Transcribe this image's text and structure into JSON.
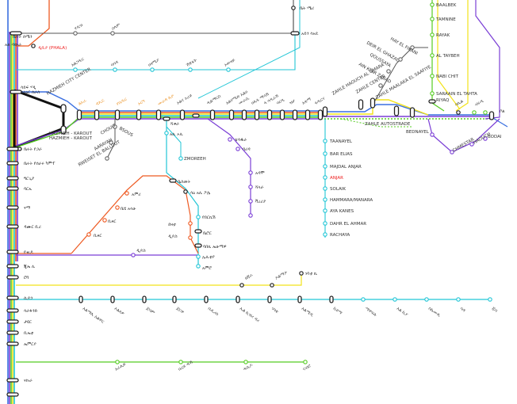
{
  "colors": {
    "blue": "#3a6fe0",
    "purple": "#7b3fd6",
    "green": "#55cc22",
    "yellow": "#f2e21a",
    "cyan": "#22c6d6",
    "orange": "#ee5a22",
    "red": "#ee2222",
    "gray": "#555555",
    "black": "#111111"
  },
  "labels": {
    "top_left_a": "ቤሩት ሰሜን",
    "top_left_b": "አል ዳውራ",
    "red_station_top": "ዲቢያ (PHALA)",
    "blue_top_row": [
      "አልጋዲር",
      "ባባዳ",
      "ሀዛሚያ",
      "ሽዌፋት",
      "ኦውዛይ"
    ],
    "gray_top_row": [
      "ሃዲዝ",
      "ሰላም"
    ],
    "right_top_a": "ቤት ሜሪ",
    "right_top_b": "አይን ሳአዴ",
    "hub_label_a": "ሳይፍ ሃዲ",
    "hub_label_b": "ስላዕር ሰራስ",
    "hazmieh_city": "HAZMIEH CITY CENTER",
    "hazmieh_karout": "HAZMIEH - KAROUT",
    "orange_labels": [
      "ለኦራ",
      "ቲኢር",
      "የቤዲር",
      "ኦርግ",
      "ሙራዳ ሊዮ"
    ],
    "main_corridor": [
      "ኦልና ኦራዩ",
      "ዲልማርስ",
      "አልሃሚድ አልሀ",
      "ሙራሲ",
      "ሀሊፋ ማሳሽ",
      "ላ ሳዲራሽ",
      "ባርዲ",
      "ዝሆ",
      "አቲማ",
      "ፋዲርና"
    ],
    "chouit": "CHOUIT",
    "aarayah": "AARAYAH",
    "ruheifet": "RWEISET EL BALLOUT",
    "bsous": "BSOUS",
    "chtaura": "ሻቱራ",
    "zahle_labels": [
      "ZAHLE HAOUCH AL OMARA",
      "ZAHLE CENTER",
      "ZAHLE MAALAKA EL SAAFIYE",
      "ZAHLE AUTOSTRADE"
    ],
    "riyaq_label": "RIYAQ",
    "right_green_labels": [
      "BAALBEK",
      "TAMNINE",
      "RAYAK",
      "AL TAYBEH",
      "NABI CHIT",
      "SARAAIN EL TAHTA"
    ],
    "dier_labels": [
      "DEIR EL GHAZAL",
      "QOUSSAYA",
      "AIN KFAR ZABAD",
      "HAY EL FIKANI"
    ],
    "far_right": [
      "ሳሊል",
      "ብሩዲ",
      "ቦል"
    ],
    "bednayel": "BEDNAYEL",
    "chmestar": "CHMESTAR",
    "haouch": "HAOUCH",
    "bodai": "BODAI",
    "cyan_valley": [
      "TAANAYEL",
      "BAR ELIAS",
      "MAJDAL ANJAR",
      "ANJAR",
      "SOLAIK",
      "HAMMARA/MANARA",
      "AYA KANES",
      "DAHR EL AHMAR",
      "RACHAYA"
    ],
    "purple_branch": [
      "ቴሳዱራ",
      "ባሪዳ",
      "አዳሞ",
      "ሻላራ",
      "ቫረሪያ"
    ],
    "cyan_branch": [
      "አሊ ኦሊ",
      "ሳምሪኤል",
      "ቤስመት",
      "ሳዕ አሊ ፖሌ",
      "የበርኪሽ",
      "ቤሮር",
      "ባበኪ ኤሁማዎ",
      "ኢሊቲያ",
      "አምሮ"
    ],
    "orange_branch": [
      "አምሪ",
      "ቤሄ አላሁ",
      "ቢዞር",
      "ዲዶስ",
      "ደዛቲ"
    ],
    "cyan_mid": "ZMOREEH",
    "left_vertical": [
      "ቤሩት የጋራ",
      "ቤሩት የሰራሩ ካምፕ",
      "ግርጊያ",
      "ባርኡ",
      "ናማ",
      "ዳሙር ቢሪ",
      "ዮዚዶ",
      "ጂኤ ሊ",
      "ሮባ",
      "ሲዶን",
      "ሳራፋንድ",
      "ታዩር",
      "ቢኤቲ",
      "ኤምርያ",
      "ናኩራ"
    ],
    "yellow_row": [
      "ፀጃራ",
      "ዶልማታ",
      "ነባቲ ኪ"
    ],
    "cyan_row": [
      "አልማሊ አልዋር",
      "ኦልደዎ",
      "ጀባም",
      "ጀርዋ",
      "ቤሊሪስ",
      "ኤል ኪዝሪ ዳሪ",
      "ናባቲ",
      "አልሚዲ",
      "ኪዩማ",
      "ማዋፍሉ",
      "አል ኪያ",
      "ስኬሙሊ",
      "ሳዳ",
      "ጁባ"
    ],
    "green_row": [
      "አራሊድ",
      "ቤርዩ ዱሽ",
      "ዱሊዶ",
      "ናብሮ"
    ]
  }
}
